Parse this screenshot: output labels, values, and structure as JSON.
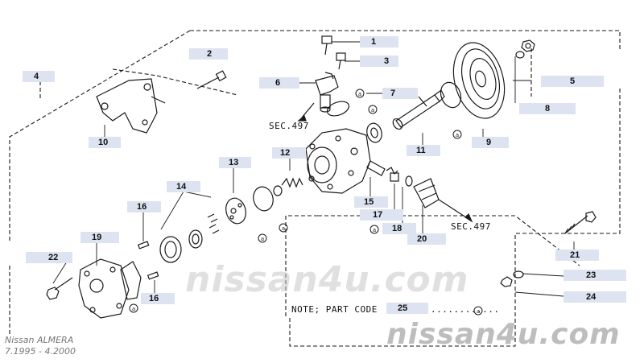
{
  "callouts": [
    {
      "id": "1",
      "label": "1"
    },
    {
      "id": "2",
      "label": "2"
    },
    {
      "id": "3",
      "label": "3"
    },
    {
      "id": "4",
      "label": "4"
    },
    {
      "id": "5",
      "label": "5"
    },
    {
      "id": "6",
      "label": "6"
    },
    {
      "id": "7",
      "label": "7"
    },
    {
      "id": "8",
      "label": "8"
    },
    {
      "id": "9",
      "label": "9"
    },
    {
      "id": "10",
      "label": "10"
    },
    {
      "id": "11",
      "label": "11"
    },
    {
      "id": "12",
      "label": "12"
    },
    {
      "id": "13",
      "label": "13"
    },
    {
      "id": "14",
      "label": "14"
    },
    {
      "id": "15",
      "label": "15"
    },
    {
      "id": "16a",
      "label": "16"
    },
    {
      "id": "16b",
      "label": "16"
    },
    {
      "id": "17",
      "label": "17"
    },
    {
      "id": "18",
      "label": "18"
    },
    {
      "id": "19",
      "label": "19"
    },
    {
      "id": "20",
      "label": "20"
    },
    {
      "id": "21",
      "label": "21"
    },
    {
      "id": "22",
      "label": "22"
    },
    {
      "id": "23",
      "label": "23"
    },
    {
      "id": "24",
      "label": "24"
    },
    {
      "id": "25",
      "label": "25"
    }
  ],
  "sec_refs": {
    "top": "SEC.497",
    "right": "SEC.497"
  },
  "note": {
    "prefix": "NOTE; PART CODE",
    "dots": "............",
    "mark": "a"
  },
  "watermark": {
    "center": "nissan4u.com",
    "bottom": "nissan4u.com"
  },
  "model": {
    "name": "Nissan ALMERA",
    "dates": "7.1995 - 4.2000"
  },
  "marker": "a"
}
